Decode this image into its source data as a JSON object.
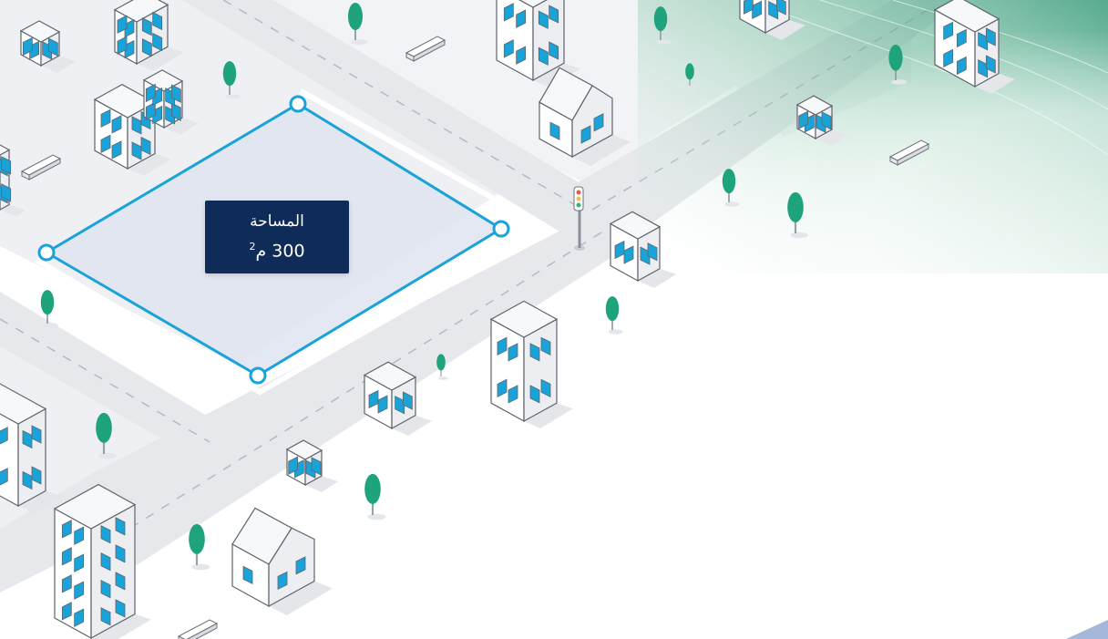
{
  "measurement": {
    "label": "المساحة",
    "value": "300",
    "unit": "م",
    "unit_exponent": "2"
  },
  "colors": {
    "accent": "#1aa3d8",
    "tooltip_bg": "#0f2c59",
    "tree": "#1fa37c",
    "window": "#1aa3d8"
  },
  "icons": [
    "vertex-handle-icon",
    "tree-icon",
    "traffic-light-icon",
    "bench-icon",
    "house-icon",
    "building-icon"
  ]
}
